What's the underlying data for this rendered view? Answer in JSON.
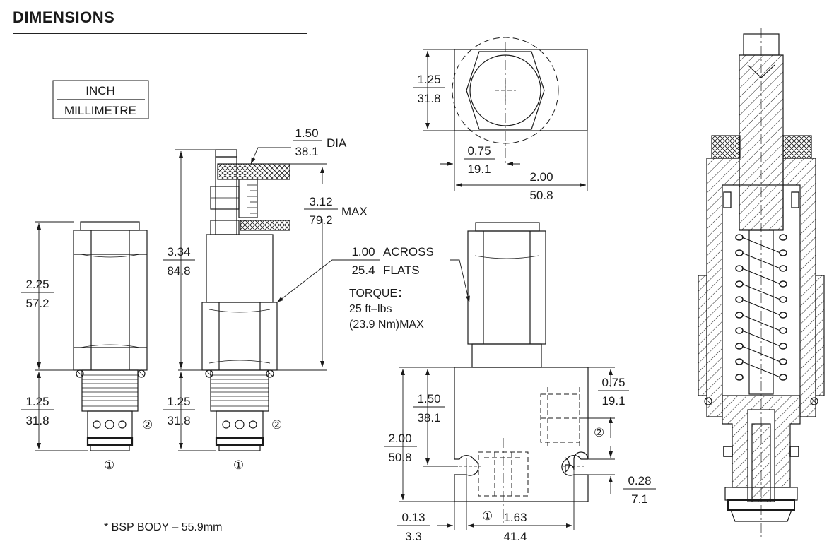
{
  "title": "DIMENSIONS",
  "legend": {
    "top": "INCH",
    "bottom": "MILLIMETRE"
  },
  "callouts": {
    "dia": {
      "inch": "1.50",
      "mm": "38.1",
      "suffix": "DIA"
    },
    "max_height": {
      "inch": "3.12",
      "mm": "79.2",
      "suffix": "MAX"
    },
    "overall_height": {
      "inch": "3.34",
      "mm": "84.8"
    },
    "across_flats": {
      "inch": "1.00",
      "mm": "25.4",
      "line1": "ACROSS",
      "line2": "FLATS"
    },
    "torque": {
      "label": "TORQUE：",
      "value1": "25 ft–lbs",
      "value2": "(23.9 Nm)MAX"
    },
    "body_height": {
      "inch": "2.25",
      "mm": "57.2"
    },
    "thread_left": {
      "inch": "1.25",
      "mm": "31.8"
    },
    "thread_mid": {
      "inch": "1.25",
      "mm": "31.8"
    },
    "top_height": {
      "inch": "1.25",
      "mm": "31.8"
    },
    "top_offset": {
      "inch": "0.75",
      "mm": "19.1"
    },
    "top_width": {
      "inch": "2.00",
      "mm": "50.8"
    },
    "port2_height": {
      "inch": "1.50",
      "mm": "38.1"
    },
    "block_height": {
      "inch": "2.00",
      "mm": "50.8"
    },
    "port2_offset": {
      "inch": "0.75",
      "mm": "19.1"
    },
    "mount_hole": {
      "inch": "0.28",
      "mm": "7.1"
    },
    "hole_edge": {
      "inch": "0.13",
      "mm": "3.3"
    },
    "hole_spacing": {
      "inch": "1.63",
      "mm": "41.4"
    }
  },
  "port_labels": {
    "p1": "①",
    "p2": "②"
  },
  "note": "* BSP BODY – 55.9mm"
}
